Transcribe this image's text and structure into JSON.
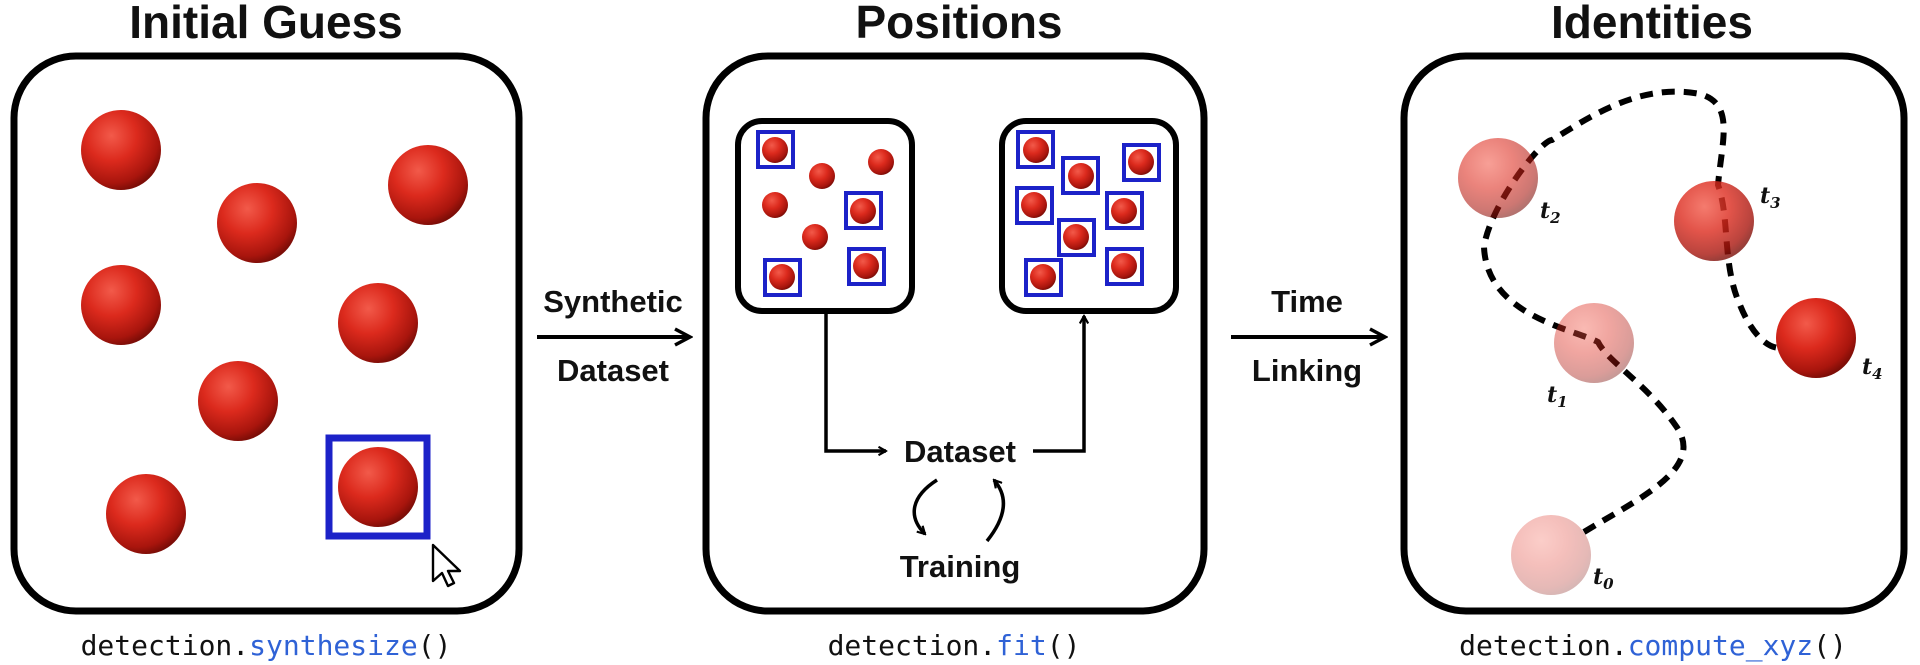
{
  "panels": [
    {
      "title": "Initial Guess",
      "code": {
        "prefix": "detection.",
        "method": "synthesize",
        "suffix": "()"
      }
    },
    {
      "title": "Positions",
      "code": {
        "prefix": "detection.",
        "method": "fit",
        "suffix": "()"
      },
      "dataset_label": "Dataset",
      "training_label": "Training"
    },
    {
      "title": "Identities",
      "code": {
        "prefix": "detection.",
        "method": "compute_xyz",
        "suffix": "()"
      },
      "time_labels": [
        {
          "t": "t",
          "sub": "0"
        },
        {
          "t": "t",
          "sub": "1"
        },
        {
          "t": "t",
          "sub": "2"
        },
        {
          "t": "t",
          "sub": "3"
        },
        {
          "t": "t",
          "sub": "4"
        }
      ]
    }
  ],
  "arrows": [
    {
      "line1": "Synthetic",
      "line2": "Dataset"
    },
    {
      "line1": "Time",
      "line2": "Linking"
    }
  ],
  "colors": {
    "particle": "#d8261c",
    "box": "#1c22c8",
    "method": "#2f62d6",
    "stroke": "#000000"
  },
  "icons": [
    "mouse-cursor-icon",
    "cycle-arrows-icon"
  ]
}
